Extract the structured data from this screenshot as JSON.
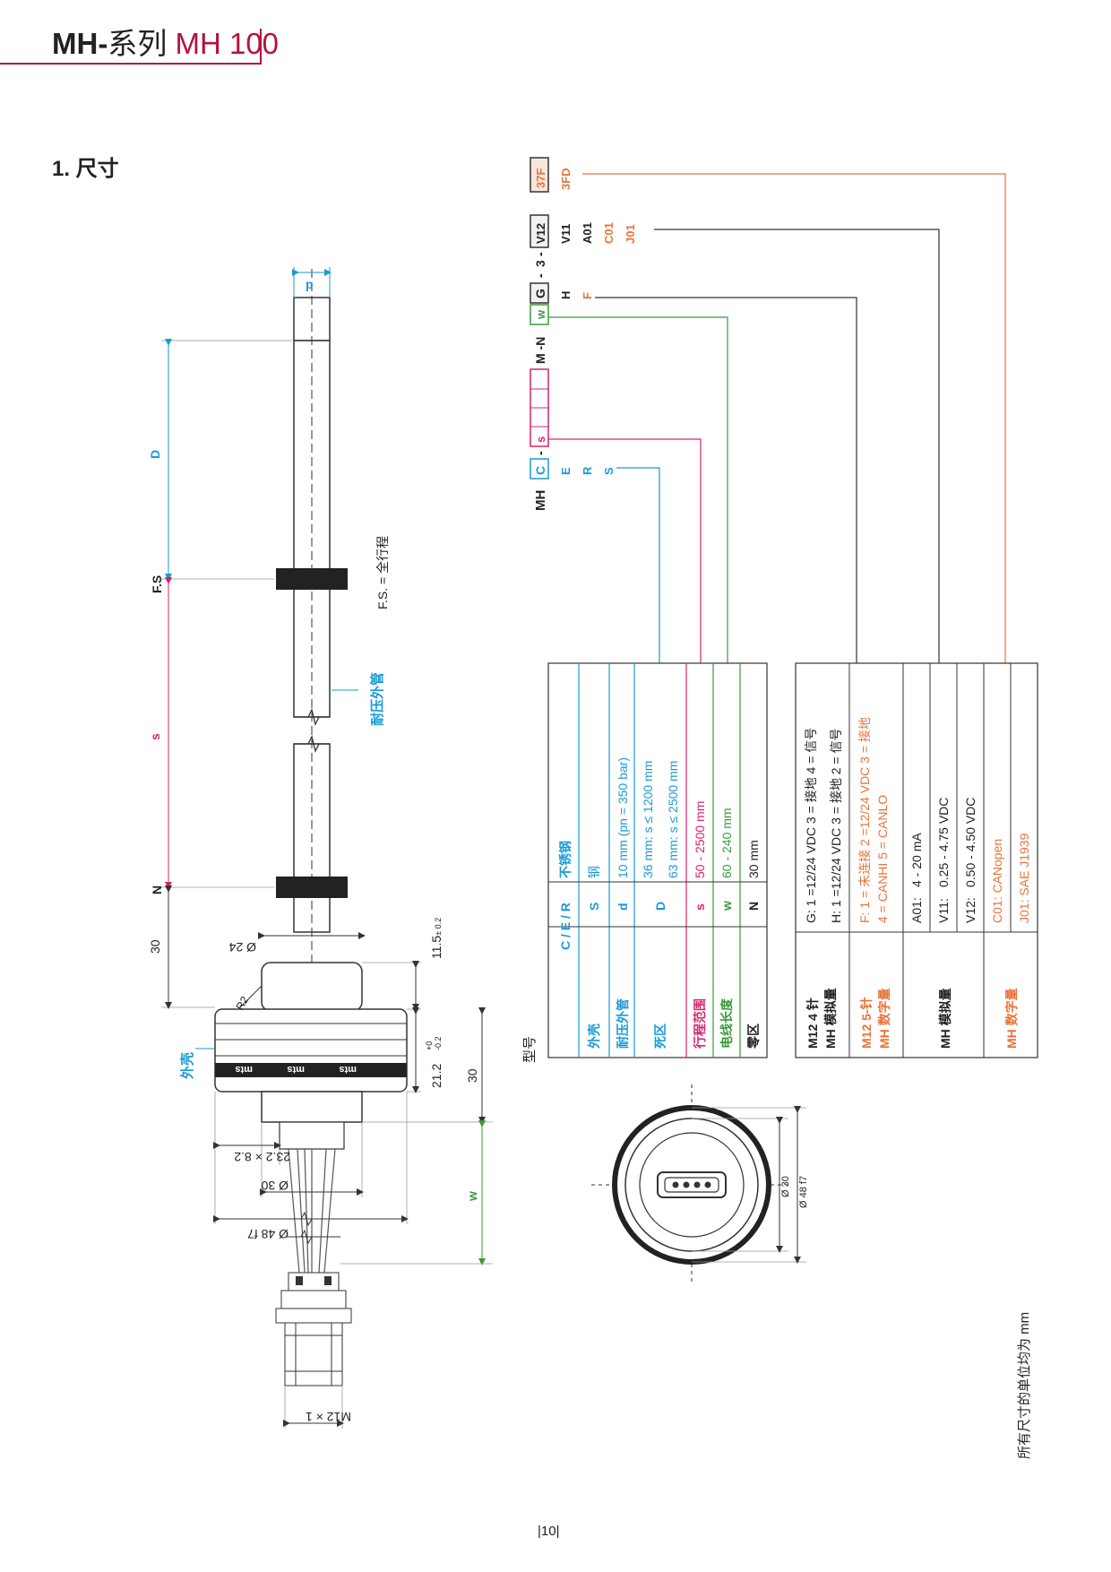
{
  "header": {
    "series_bold": "MH-",
    "series_text": "系列",
    "model": "MH 100"
  },
  "section_title": "1. 尺寸",
  "drawing": {
    "dim_p": "p",
    "dim_D": "D",
    "dim_FS": "F.S",
    "dim_s": "s",
    "dim_N": "N",
    "dim_30_top": "30",
    "fs_note": "F.S. = 全行程",
    "pipe_label": "耐压外管",
    "housing_label": "外壳",
    "dim_11_5": "11.5",
    "dim_11_5_tol": "± 0.2",
    "dim_24": "Ø 24",
    "dim_R2": "R2",
    "dim_21_2": "21.2",
    "dim_21_2_tol_up": "+0",
    "dim_21_2_tol_dn": "-0.2",
    "dim_30_right": "30",
    "dim_23_2": "23.2 × 8.2",
    "dim_30_dia": "Ø 30",
    "dim_48": "Ø 48 f7",
    "dim_w": "w",
    "dim_m12": "M12 × 1",
    "brand": "mts",
    "front_30": "Ø 30",
    "front_48": "Ø 48 f7"
  },
  "order_code": {
    "prefix": "MH",
    "c_box": "C",
    "s_box": "s",
    "mn": "M -N",
    "w_box": "w",
    "g_box": "G",
    "three": "3",
    "v12_box": "V12",
    "f37_box": "37F",
    "sep": "-",
    "housing_opts": [
      "E",
      "R",
      "S"
    ],
    "conn_opts": [
      "H",
      "F"
    ],
    "out_opts": [
      "V11",
      "A01",
      "C01",
      "J01"
    ],
    "fd": "3FD"
  },
  "label_type": "型号",
  "table1": {
    "header": [
      "C / E / R",
      "不锈钢"
    ],
    "rows": [
      {
        "label": "外壳",
        "code": "S",
        "value": "钢"
      },
      {
        "label": "耐压外管",
        "code": "d",
        "value": "10 mm (pn = 350 bar)"
      },
      {
        "label": "死区",
        "code": "D",
        "value": "36 mm:  s ≤ 1200 mm",
        "value2": "63 mm:  s ≤ 2500 mm"
      },
      {
        "label": "行程范围",
        "code": "s",
        "value": "50 - 2500 mm"
      },
      {
        "label": "电线长度",
        "code": "w",
        "value": "60 - 240 mm"
      },
      {
        "label": "零区",
        "code": "N",
        "value": "30 mm"
      }
    ]
  },
  "table2": {
    "r1_label1": "M12 4 针",
    "r1_label2": "MH 模拟量",
    "r1_g": "G:  1 =12/24 VDC  3 = 接地  4 = 信号",
    "r1_h": "H:  1 =12/24 VDC  3 = 接地  2 = 信号",
    "r2_label1": "M12 5-针",
    "r2_label2": "MH 数字量",
    "r2_f": "F:  1 = 未连接  2 =12/24 VDC  3 = 接地",
    "r2_f2": "4 = CANHI  5 = CANLO",
    "r3_label": "MH 模拟量",
    "r3_a01k": "A01:",
    "r3_a01v": "4 - 20 mA",
    "r3_v11k": "V11:",
    "r3_v11v": "0.25 - 4.75 VDC",
    "r3_v12k": "V12:",
    "r3_v12v": "0.50 - 4.50 VDC",
    "r4_label": "MH 数字量",
    "r4_c01": "C01: CANopen",
    "r4_j01": "J01: SAE J1939"
  },
  "units_note": "所有尺寸的单位均为  mm",
  "page_number": "|10|",
  "colors": {
    "red": "#b5123c",
    "blue": "#1a9ad6",
    "pink": "#d6246e",
    "green": "#3a9a3a",
    "orange": "#e8743b",
    "gray": "#555555"
  }
}
